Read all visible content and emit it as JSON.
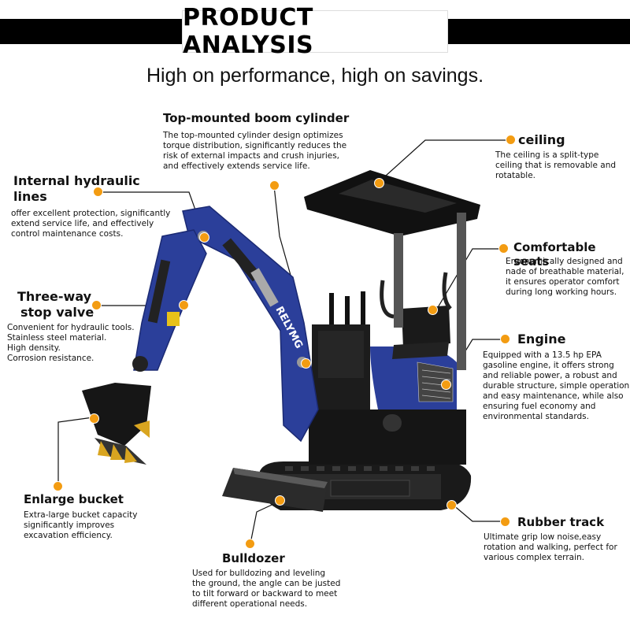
{
  "header": {
    "title": "PRODUCT ANALYSIS",
    "tagline": "High on performance, high on savings."
  },
  "machine": {
    "brand_text": "RELYMG"
  },
  "features": {
    "boom_cylinder": {
      "title": "Top-mounted boom cylinder",
      "lines": [
        "The top-mounted cylinder design optimizes",
        "torque distribution, significantly reduces the",
        "risk of external impacts and crush injuries,",
        "and effectively extends service life."
      ]
    },
    "ceiling": {
      "title": "ceiling",
      "lines": [
        "The ceiling is a split-type",
        "ceiling that is removable and",
        "rotatable."
      ]
    },
    "hydraulic_lines": {
      "title_lines": [
        "Internal hydraulic",
        "lines"
      ],
      "lines": [
        "offer excellent protection, significantly",
        "extend service life, and effectively",
        "control maintenance costs."
      ]
    },
    "seats": {
      "title": "Comfortable seats",
      "lines": [
        "Ergonomically designed and",
        "nade of breathable material,",
        "it ensures operator comfort",
        "during long working hours."
      ]
    },
    "stop_valve": {
      "title_lines": [
        "Three-way",
        "stop valve"
      ],
      "lines": [
        "Convenient for hydraulic tools.",
        "Stainless steel material.",
        "High density.",
        "Corrosion resistance."
      ]
    },
    "engine": {
      "title": "Engine",
      "lines": [
        "Equipped with a 13.5 hp EPA",
        "gasoline engine, it offers strong",
        "and reliable power, a robust and",
        "durable structure, simple operation",
        "and easy maintenance, while also",
        "ensuring fuel economy and",
        "environmental standards."
      ]
    },
    "bucket": {
      "title": "Enlarge bucket",
      "lines": [
        "Extra-large bucket capacity",
        "significantly improves",
        "excavation efficiency."
      ]
    },
    "track": {
      "title": "Rubber track",
      "lines": [
        "Ultimate grip low noise,easy",
        "rotation and walking, perfect for",
        "various complex terrain."
      ]
    },
    "bulldozer": {
      "title": "Bulldozer",
      "lines": [
        "Used for bulldozing and leveling",
        "the ground, the angle can be justed",
        "to tilt forward or backward to meet",
        "different operational needs."
      ]
    }
  },
  "colors": {
    "accent": "#f39c12",
    "machine_blue": "#2b3f9a",
    "canopy": "#111111"
  }
}
